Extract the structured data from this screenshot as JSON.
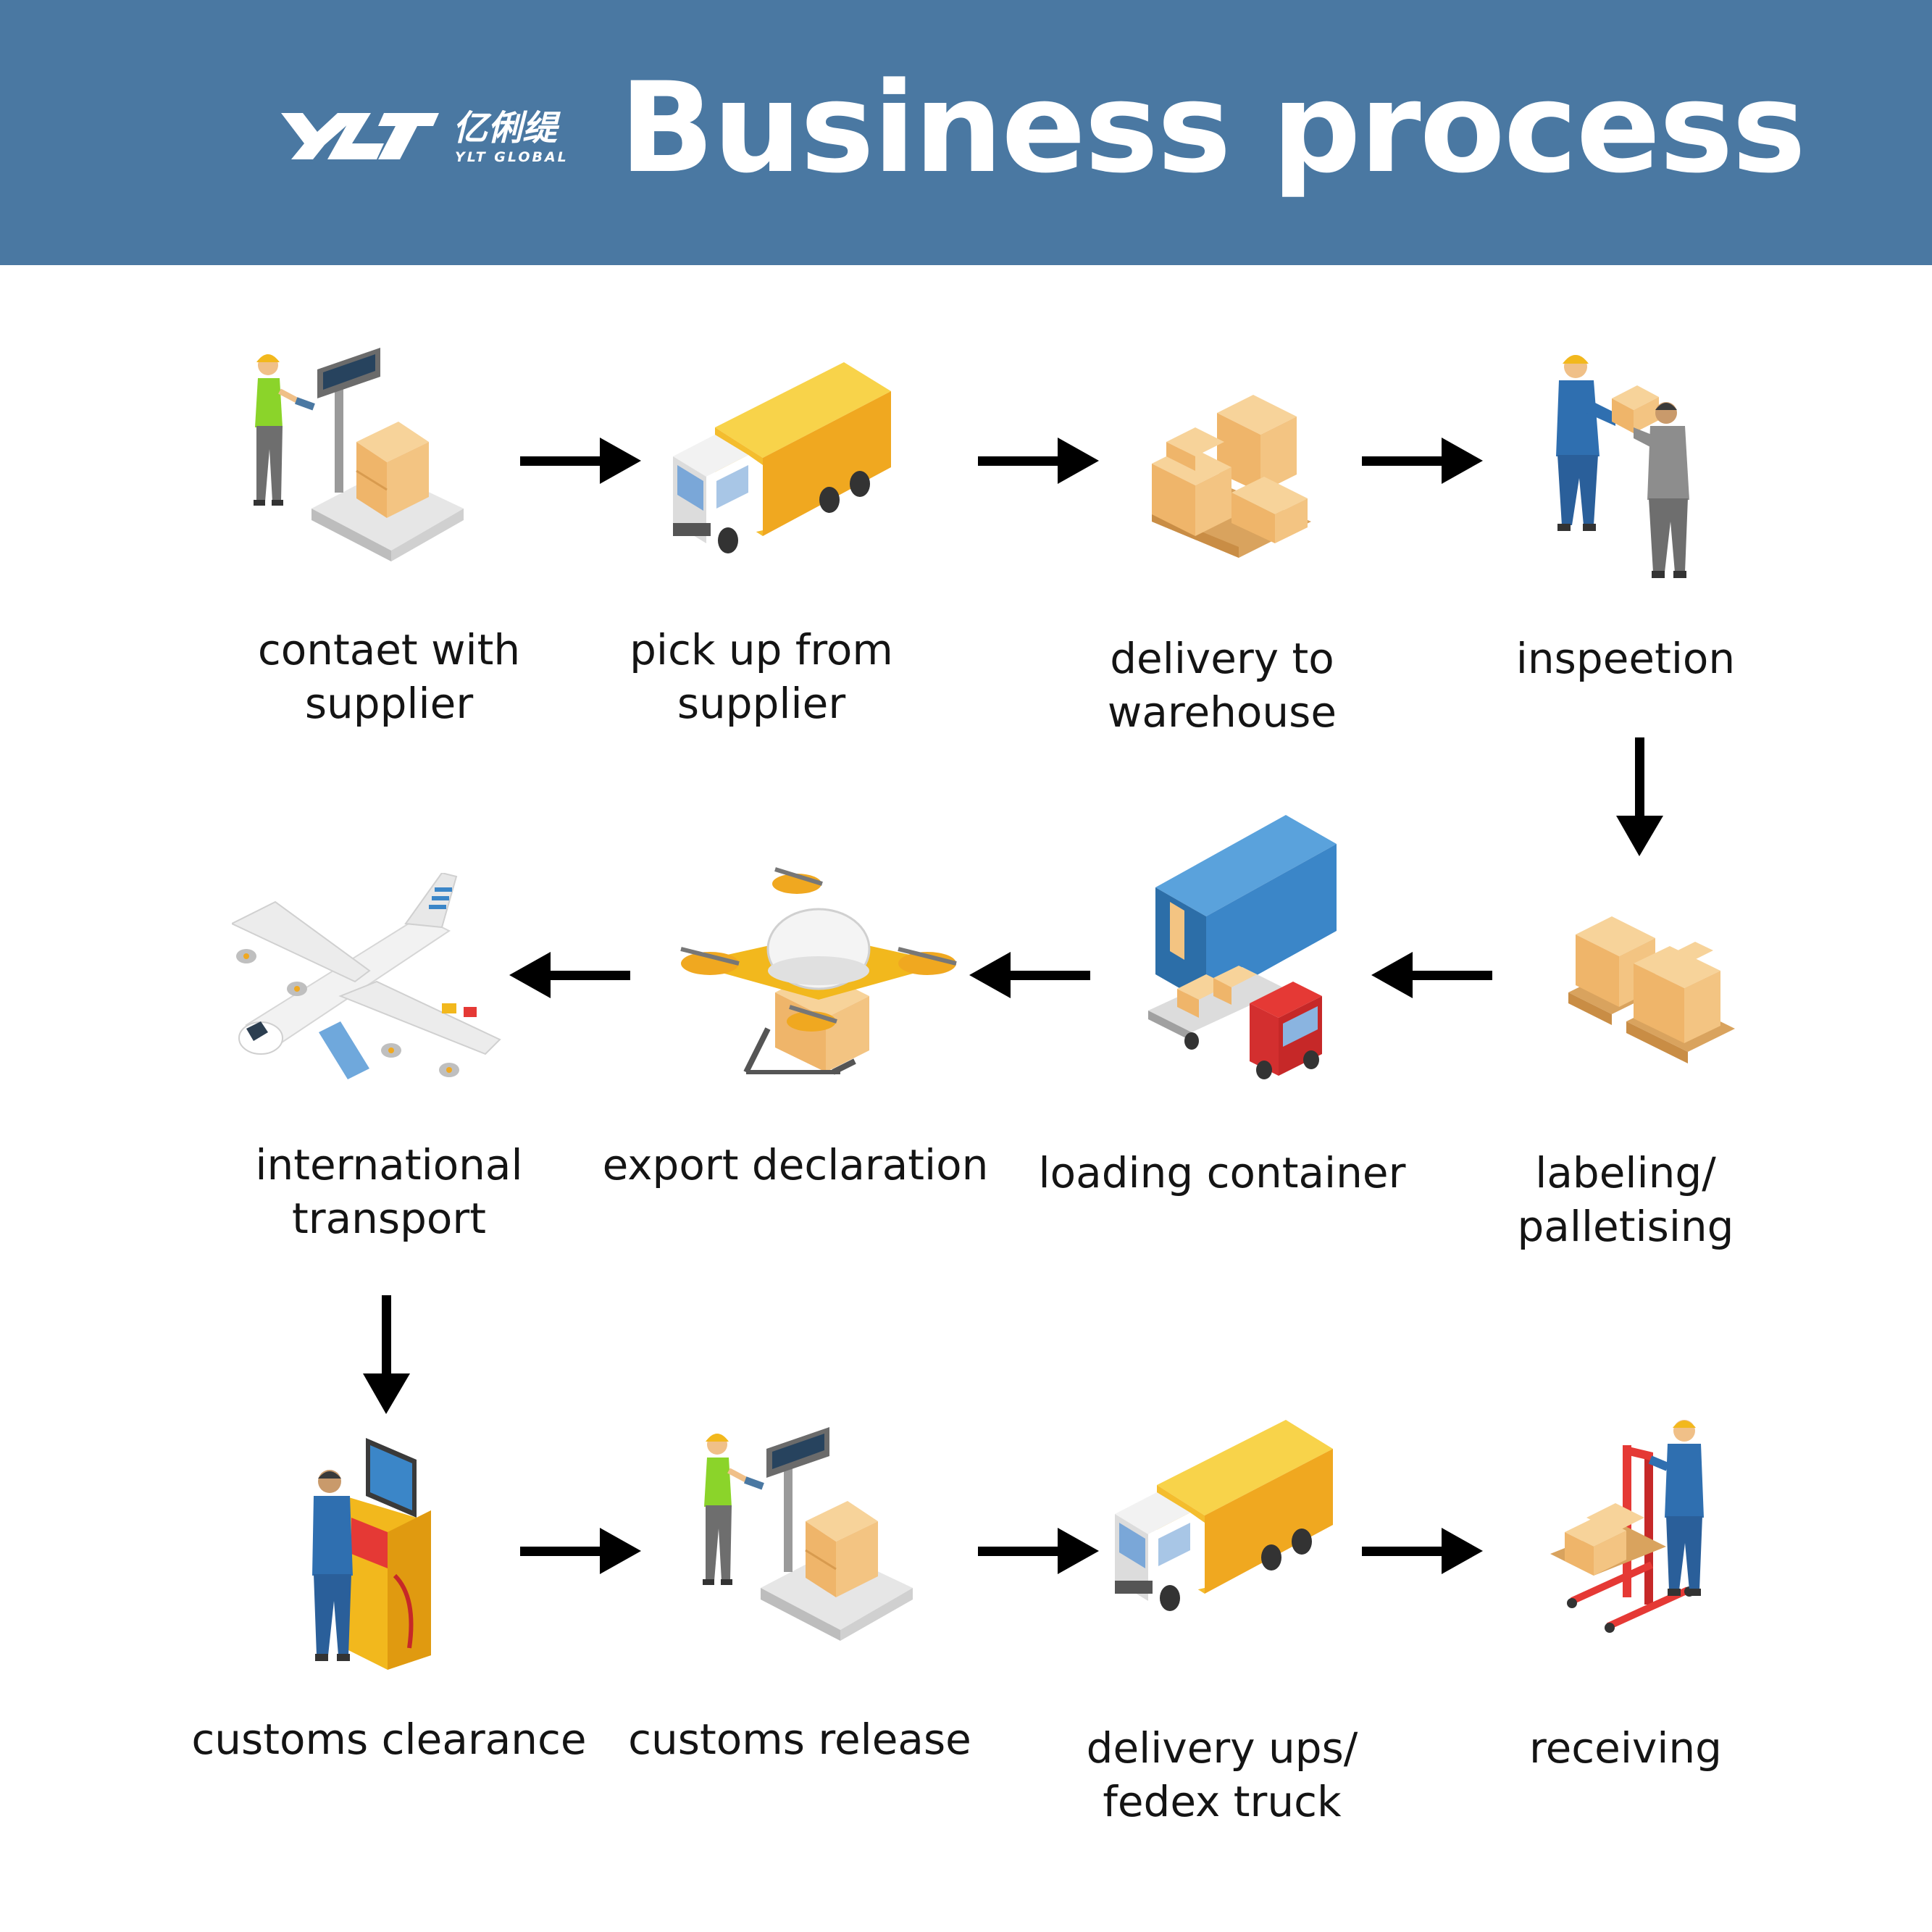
{
  "header": {
    "title": "Business process",
    "logo_mark": "YLT",
    "logo_cn": "亿俐缇",
    "logo_en": "YLT GLOBAL",
    "background": "#4a78a2"
  },
  "steps": [
    {
      "id": 1,
      "label": "contaet with\nsupplier",
      "icon": "worker-weighing-scale-icon"
    },
    {
      "id": 2,
      "label": "pick up from\nsupplier",
      "icon": "yellow-box-truck-icon"
    },
    {
      "id": 3,
      "label": "delivery to\nwarehouse",
      "icon": "stacked-boxes-pallet-icon"
    },
    {
      "id": 4,
      "label": "inspeetion",
      "icon": "handover-package-icon"
    },
    {
      "id": 5,
      "label": "labeling/\npalletising",
      "icon": "palletized-boxes-icon"
    },
    {
      "id": 6,
      "label": "loading container",
      "icon": "container-loading-truck-icon"
    },
    {
      "id": 7,
      "label": "export declaration",
      "icon": "delivery-drone-icon"
    },
    {
      "id": 8,
      "label": "international\ntransport",
      "icon": "cargo-airplane-icon"
    },
    {
      "id": 9,
      "label": "customs clearance",
      "icon": "customs-terminal-icon"
    },
    {
      "id": 10,
      "label": "customs release",
      "icon": "worker-weighing-scale-icon"
    },
    {
      "id": 11,
      "label": "delivery ups/\nfedex truck",
      "icon": "yellow-box-truck-icon"
    },
    {
      "id": 12,
      "label": "receiving",
      "icon": "pallet-stacker-worker-icon"
    }
  ]
}
